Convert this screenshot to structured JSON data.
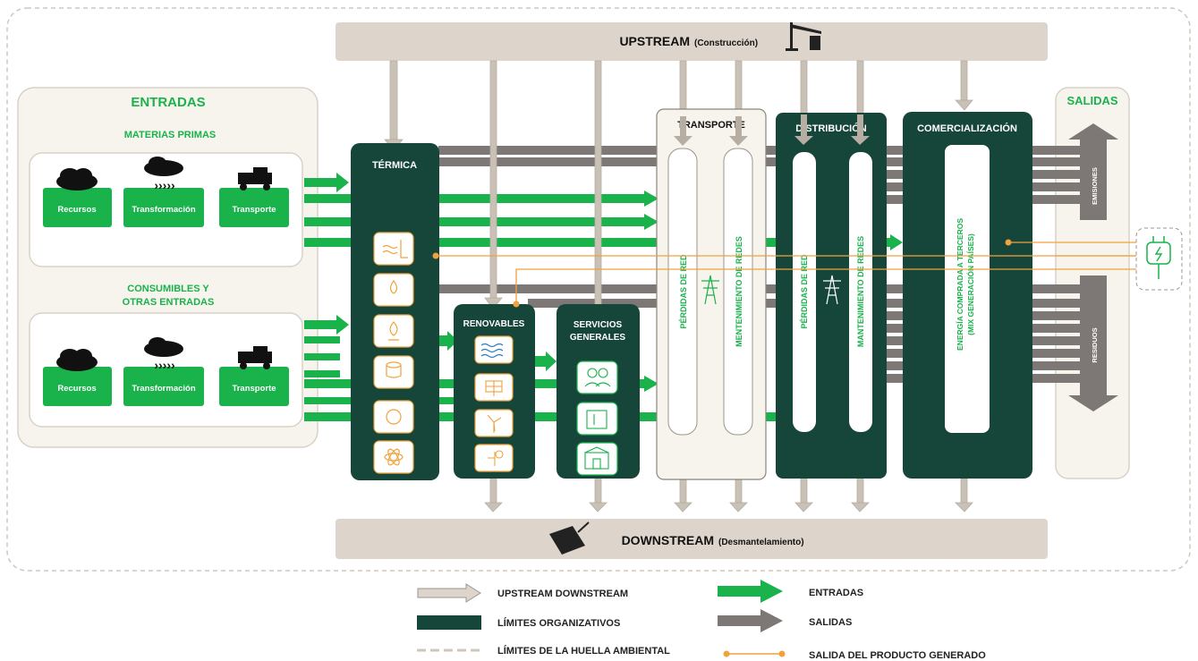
{
  "colors": {
    "dark_green": "#16453a",
    "bright_green": "#19b24b",
    "tan": "#ddd5cb",
    "beige_panel": "#f7f4ee",
    "gray_arrow": "#7d7775",
    "orange": "#f0a23c",
    "dashed_border": "#c9c1b7"
  },
  "upstream": {
    "label": "UPSTREAM",
    "sub": "(Construcción)",
    "icon": "crane-icon"
  },
  "downstream": {
    "label": "DOWNSTREAM",
    "sub": "(Desmantelamiento)",
    "icon": "solar-panel-icon"
  },
  "entradas": {
    "title": "ENTRADAS",
    "materias_primas": {
      "title": "MATERIAS PRIMAS",
      "items": [
        {
          "label": "Recursos",
          "icon": "cloud-icon"
        },
        {
          "label": "Transformación",
          "icon": "cloud-chevrons-icon"
        },
        {
          "label": "Transporte",
          "icon": "truck-icon"
        }
      ]
    },
    "consumibles": {
      "title_line1": "CONSUMIBLES Y",
      "title_line2": "OTRAS ENTRADAS",
      "items": [
        {
          "label": "Recursos",
          "icon": "cloud-icon"
        },
        {
          "label": "Transformación",
          "icon": "cloud-chevrons-icon"
        },
        {
          "label": "Transporte",
          "icon": "truck-icon"
        }
      ]
    }
  },
  "termica": {
    "title": "TÉRMICA",
    "icons": [
      "hydro-icon",
      "oil-drop-icon",
      "gas-flame-icon",
      "coal-icon",
      "cogeneration-icon",
      "nuclear-icon"
    ]
  },
  "renovables": {
    "title": "RENOVABLES",
    "icons": [
      "water-wave-icon",
      "solar-panel-icon",
      "wind-turbine-icon",
      "biomass-icon"
    ]
  },
  "servicios": {
    "title_line1": "SERVICIOS",
    "title_line2": "GENERALES",
    "icons": [
      "people-icon",
      "building-icon",
      "office-icon"
    ]
  },
  "transporte": {
    "title": "TRANSPORTE",
    "col1": "PÉRDIDAS DE RED",
    "col2": "MENTENIMIENTO DE REDES",
    "icon": "power-tower-icon"
  },
  "distribucion": {
    "title": "DISTRIBUCIÓN",
    "col1": "PÉRDIDAS DE RED",
    "col2": "MANTENIMIENTO DE REDES",
    "icon": "power-tower-icon"
  },
  "comercializacion": {
    "title": "COMERCIALIZACIÓN",
    "col_line1": "ENERGÍA COMPRADA A TERCEROS",
    "col_line2": "(MIX GENERACIÓN PAÍSES)"
  },
  "salidas": {
    "title": "SALIDAS",
    "emisiones": "EMISIONES",
    "residuos": "RESIDUOS",
    "plug_icon": "power-plug-icon"
  },
  "legend": [
    {
      "label": "UPSTREAM DOWNSTREAM",
      "icon": "outline-arrow-icon"
    },
    {
      "label": "LÍMITES ORGANIZATIVOS",
      "icon": "dark-green-box-icon"
    },
    {
      "label": "LÍMITES DE LA HUELLA AMBIENTAL",
      "icon": "dashed-line-icon"
    },
    {
      "label": "ENTRADAS",
      "icon": "green-arrow-icon"
    },
    {
      "label": "SALIDAS",
      "icon": "gray-arrow-icon"
    },
    {
      "label": "SALIDA DEL PRODUCTO GENERADO",
      "icon": "orange-line-icon"
    }
  ]
}
